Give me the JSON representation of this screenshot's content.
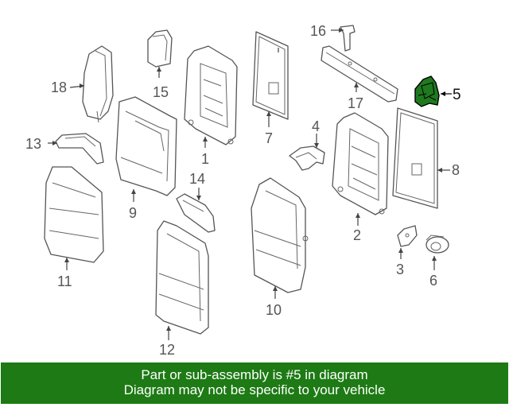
{
  "diagram": {
    "callouts": [
      {
        "id": "1",
        "label": "1"
      },
      {
        "id": "2",
        "label": "2"
      },
      {
        "id": "3",
        "label": "3"
      },
      {
        "id": "4",
        "label": "4"
      },
      {
        "id": "5",
        "label": "5",
        "highlighted": true
      },
      {
        "id": "6",
        "label": "6"
      },
      {
        "id": "7",
        "label": "7"
      },
      {
        "id": "8",
        "label": "8"
      },
      {
        "id": "9",
        "label": "9"
      },
      {
        "id": "10",
        "label": "10"
      },
      {
        "id": "11",
        "label": "11"
      },
      {
        "id": "12",
        "label": "12"
      },
      {
        "id": "13",
        "label": "13"
      },
      {
        "id": "14",
        "label": "14"
      },
      {
        "id": "15",
        "label": "15"
      },
      {
        "id": "16",
        "label": "16"
      },
      {
        "id": "17",
        "label": "17"
      },
      {
        "id": "18",
        "label": "18"
      }
    ],
    "highlight_color": "#1f7a1f"
  },
  "banner": {
    "line1": "Part or sub-assembly is #5 in diagram",
    "line2": "Diagram may not be specific to your vehicle",
    "background": "#1d7a14"
  }
}
